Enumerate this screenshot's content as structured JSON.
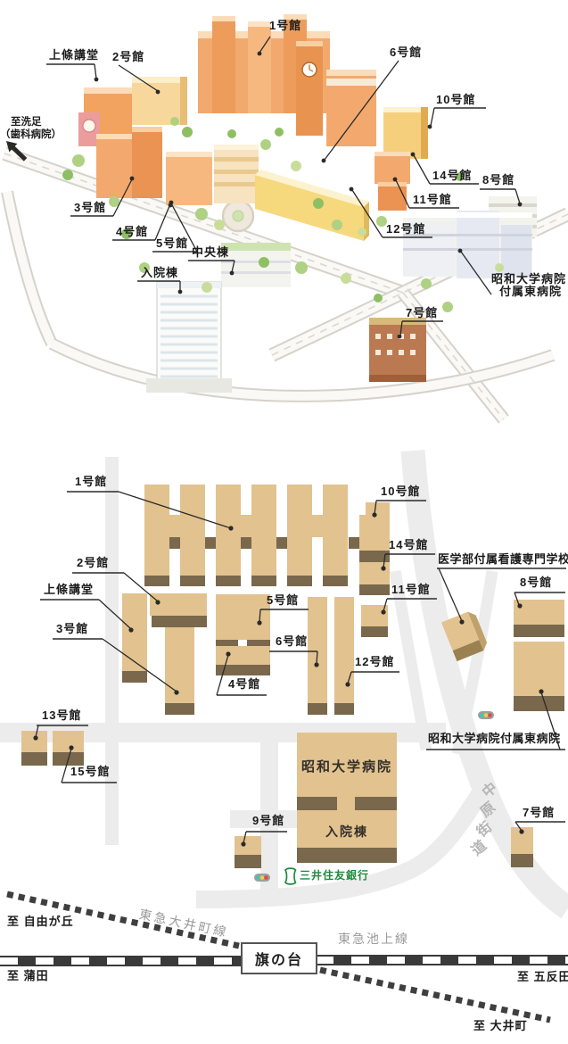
{
  "title": "昭和大学 旗の台キャンパス案内図",
  "colors": {
    "building_tan": "#e2c28f",
    "building_brown": "#7a684c",
    "road_gray": "#ececec",
    "bank_green": "#1f8a3d",
    "rail_dark": "#3a3a3a",
    "label_ink": "#1c1c1c",
    "road_label_gray": "#b5b5b5"
  },
  "illustration": {
    "labels": {
      "b1": "1号館",
      "kamijo": "上條講堂",
      "b2": "2号館",
      "b6": "6号館",
      "b10": "10号館",
      "b14": "14号館",
      "b11": "11号館",
      "b8": "8号館",
      "senzoku1": "至洗足",
      "senzoku2": "（歯科病院）",
      "b3": "3号館",
      "b4": "4号館",
      "b5": "5号館",
      "chuo": "中央棟",
      "nyuin": "入院棟",
      "b12": "12号館",
      "east1": "昭和大学病院",
      "east2": "付属東病院",
      "b7": "7号館"
    }
  },
  "map": {
    "labels": {
      "b1": "1号館",
      "b2": "2号館",
      "b3": "3号館",
      "b4": "4号館",
      "b5": "5号館",
      "b6": "6号館",
      "b7": "7号館",
      "b8": "8号館",
      "b9": "9号館",
      "b10": "10号館",
      "b11": "11号館",
      "b12": "12号館",
      "b13": "13号館",
      "b14": "14号館",
      "b15": "15号館",
      "kamijo": "上條講堂",
      "nursing": "医学部付属看護専門学校",
      "hospital": "昭和大学病院",
      "nyuin": "入院棟",
      "east": "昭和大学病院付属東病院",
      "bank": "三井住友銀行"
    },
    "roads": {
      "nakahara": "中原街道"
    },
    "rail": {
      "oimachi": "東急大井町線",
      "ikegami": "東急池上線",
      "station": "旗の台",
      "to_jiyugaoka": "至 自由が丘",
      "to_kamata": "至 蒲田",
      "to_gotanda": "至 五反田",
      "to_oimachi": "至 大井町"
    }
  }
}
